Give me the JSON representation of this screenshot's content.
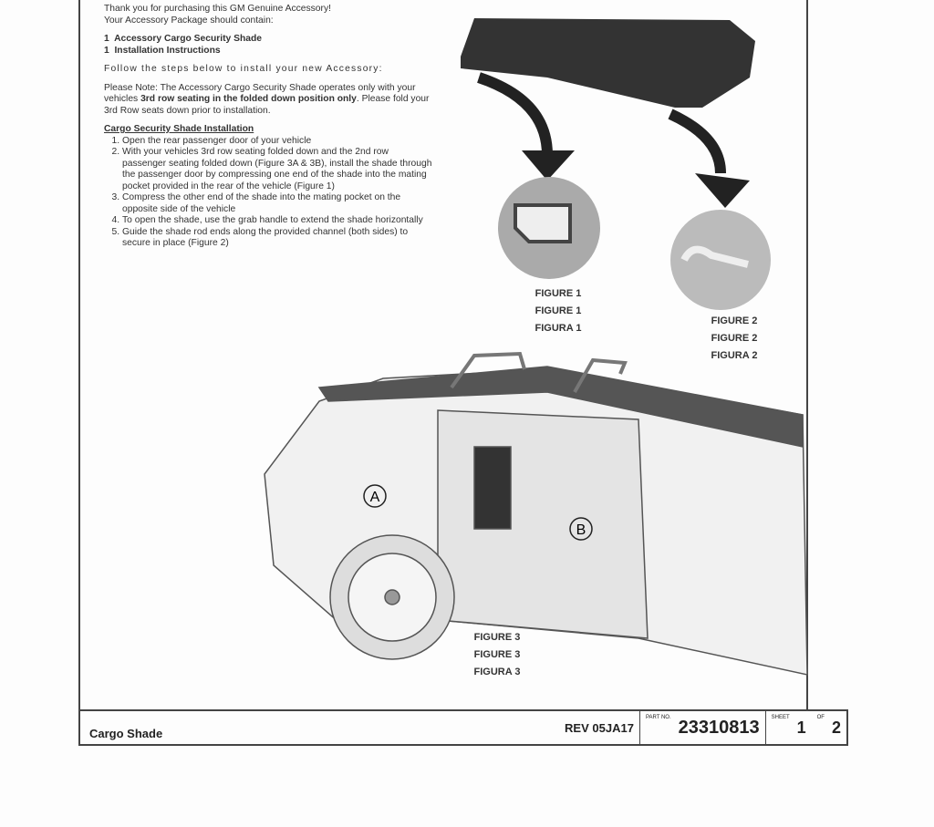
{
  "intro": {
    "thanks": "Thank you for purchasing this GM Genuine Accessory!",
    "package": "Your Accessory Package should contain:",
    "items": [
      "1  Accessory Cargo Security Shade",
      "1  Installation Instructions"
    ],
    "follow": "Follow the steps below to install your new Accessory:",
    "note_pre": "Please Note: The Accessory Cargo Security Shade operates only with your vehicles ",
    "note_bold": "3rd row seating in the folded down position only",
    "note_post": ". Please fold your 3rd Row seats down prior to installation."
  },
  "install": {
    "heading": "Cargo Security Shade Installation",
    "steps": [
      "Open the rear passenger door of your vehicle",
      "With your vehicles 3rd row seating folded down and the 2nd row passenger seating folded down (Figure 3A & 3B), install the shade through the passenger door by compressing one end of the shade into the mating pocket provided in the rear of the vehicle (Figure 1)",
      "Compress the other end of the shade into the mating pocket on the opposite side of the vehicle",
      "To open the shade, use the grab handle to extend the shade horizontally",
      "Guide the shade rod ends along the provided channel (both sides) to secure in place (Figure 2)"
    ]
  },
  "figures": {
    "fig1": [
      "FIGURE 1",
      "FIGURE 1",
      "FIGURA 1"
    ],
    "fig2": [
      "FIGURE 2",
      "FIGURE 2",
      "FIGURA 2"
    ],
    "fig3": [
      "FIGURE 3",
      "FIGURE 3",
      "FIGURA 3"
    ],
    "label_a": "A",
    "label_b": "B"
  },
  "title_block": {
    "name": "Cargo Shade",
    "rev": "REV 05JA17",
    "part_label": "PART NO.",
    "part_no": "23310813",
    "sheet_label": "SHEET",
    "sheet": "1",
    "of_label": "OF",
    "total": "2"
  }
}
